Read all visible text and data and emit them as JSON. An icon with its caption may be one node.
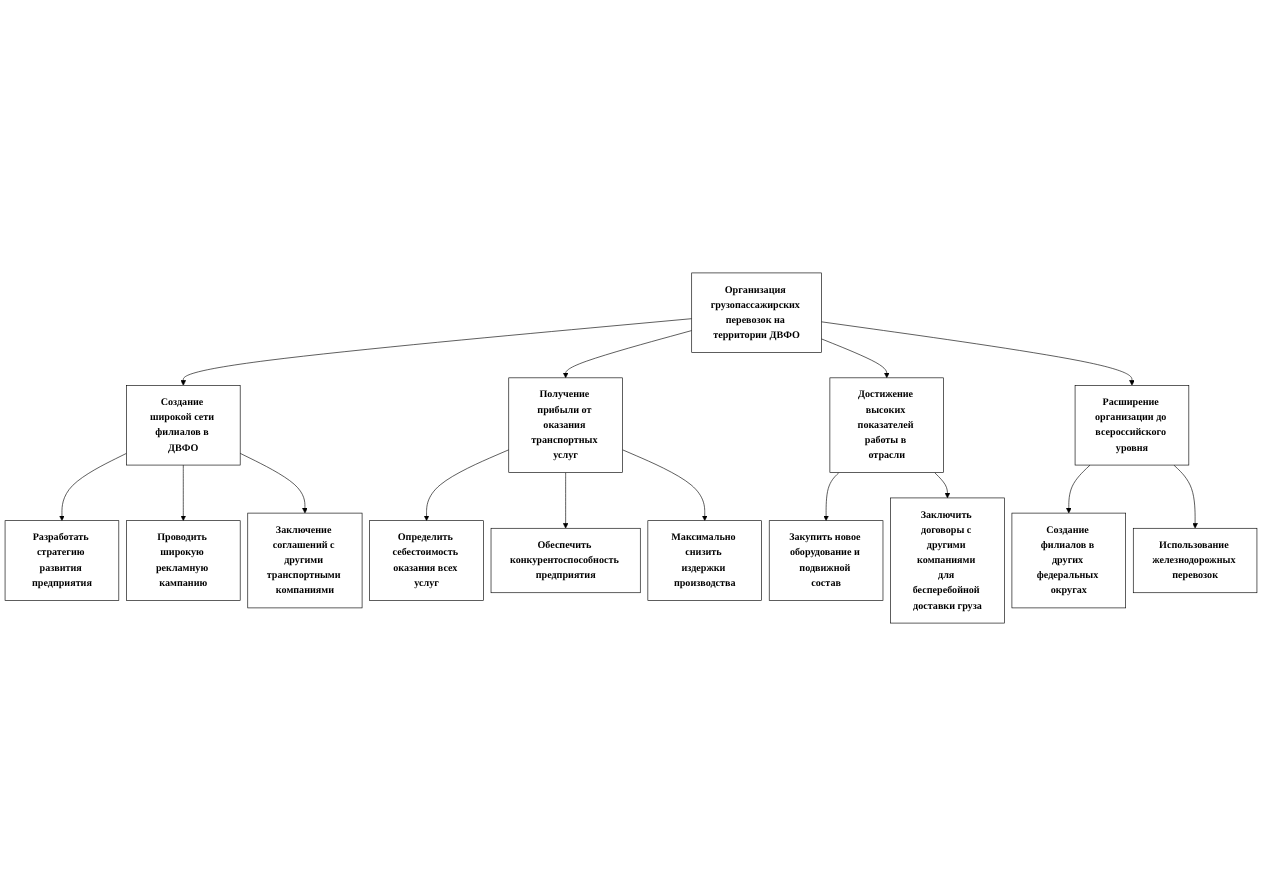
{
  "diagram": {
    "nodes": [
      {
        "text": [
          "Организация грузопассажирских перевозок на территории ДВФО"
        ]
      },
      {
        "text": [
          "Создание широкой сети филиалов в ДВФО"
        ]
      },
      {
        "text": [
          "Получение прибыли от оказания транспортных услуг"
        ]
      },
      {
        "text": [
          "Достижение высоких показателей работы в отрасли"
        ]
      },
      {
        "text": [
          "Расширение организации до всероссийского уровня"
        ]
      },
      {
        "text": [
          "Разработать стратегию развития предприятия"
        ]
      },
      {
        "text": [
          "Проводить широкую рекламную кампанию"
        ]
      },
      {
        "text": [
          "Заключение соглашений с другими транспортными компаниями"
        ]
      },
      {
        "text": [
          "Определить себестоимость оказания всех услуг"
        ]
      },
      {
        "text": [
          "Обеспечить конкурентоспособность предприятия"
        ]
      },
      {
        "text": [
          "Максимально снизить издержки производства"
        ]
      },
      {
        "text": [
          "Закупить новое оборудование и подвижной состав"
        ]
      },
      {
        "text": [
          "Заключить договоры с другими компаниями для бесперебойной доставки груза"
        ]
      },
      {
        "text": [
          "Создание филиалов в других федеральных округах"
        ]
      },
      {
        "text": [
          "Использование железнодорожных перевозок"
        ]
      }
    ],
    "edges": [
      {
        "from": 0,
        "to": 1,
        "arrow": "to"
      },
      {
        "from": 0,
        "to": 2,
        "arrow": "to"
      },
      {
        "from": 0,
        "to": 3,
        "arrow": "to"
      },
      {
        "from": 0,
        "to": 4,
        "arrow": "to"
      },
      {
        "from": 1,
        "to": 5,
        "arrow": "to"
      },
      {
        "from": 1,
        "to": 6,
        "arrow": "to"
      },
      {
        "from": 1,
        "to": 7,
        "arrow": "to"
      },
      {
        "from": 2,
        "to": 8,
        "arrow": "to"
      },
      {
        "from": 2,
        "to": 9,
        "arrow": "to"
      },
      {
        "from": 2,
        "to": 10,
        "arrow": "to"
      },
      {
        "from": 3,
        "to": 11,
        "arrow": "to"
      },
      {
        "from": 3,
        "to": 12,
        "arrow": "to"
      },
      {
        "from": 4,
        "to": 13,
        "arrow": "to"
      },
      {
        "from": 4,
        "to": 14,
        "arrow": "to"
      }
    ]
  }
}
